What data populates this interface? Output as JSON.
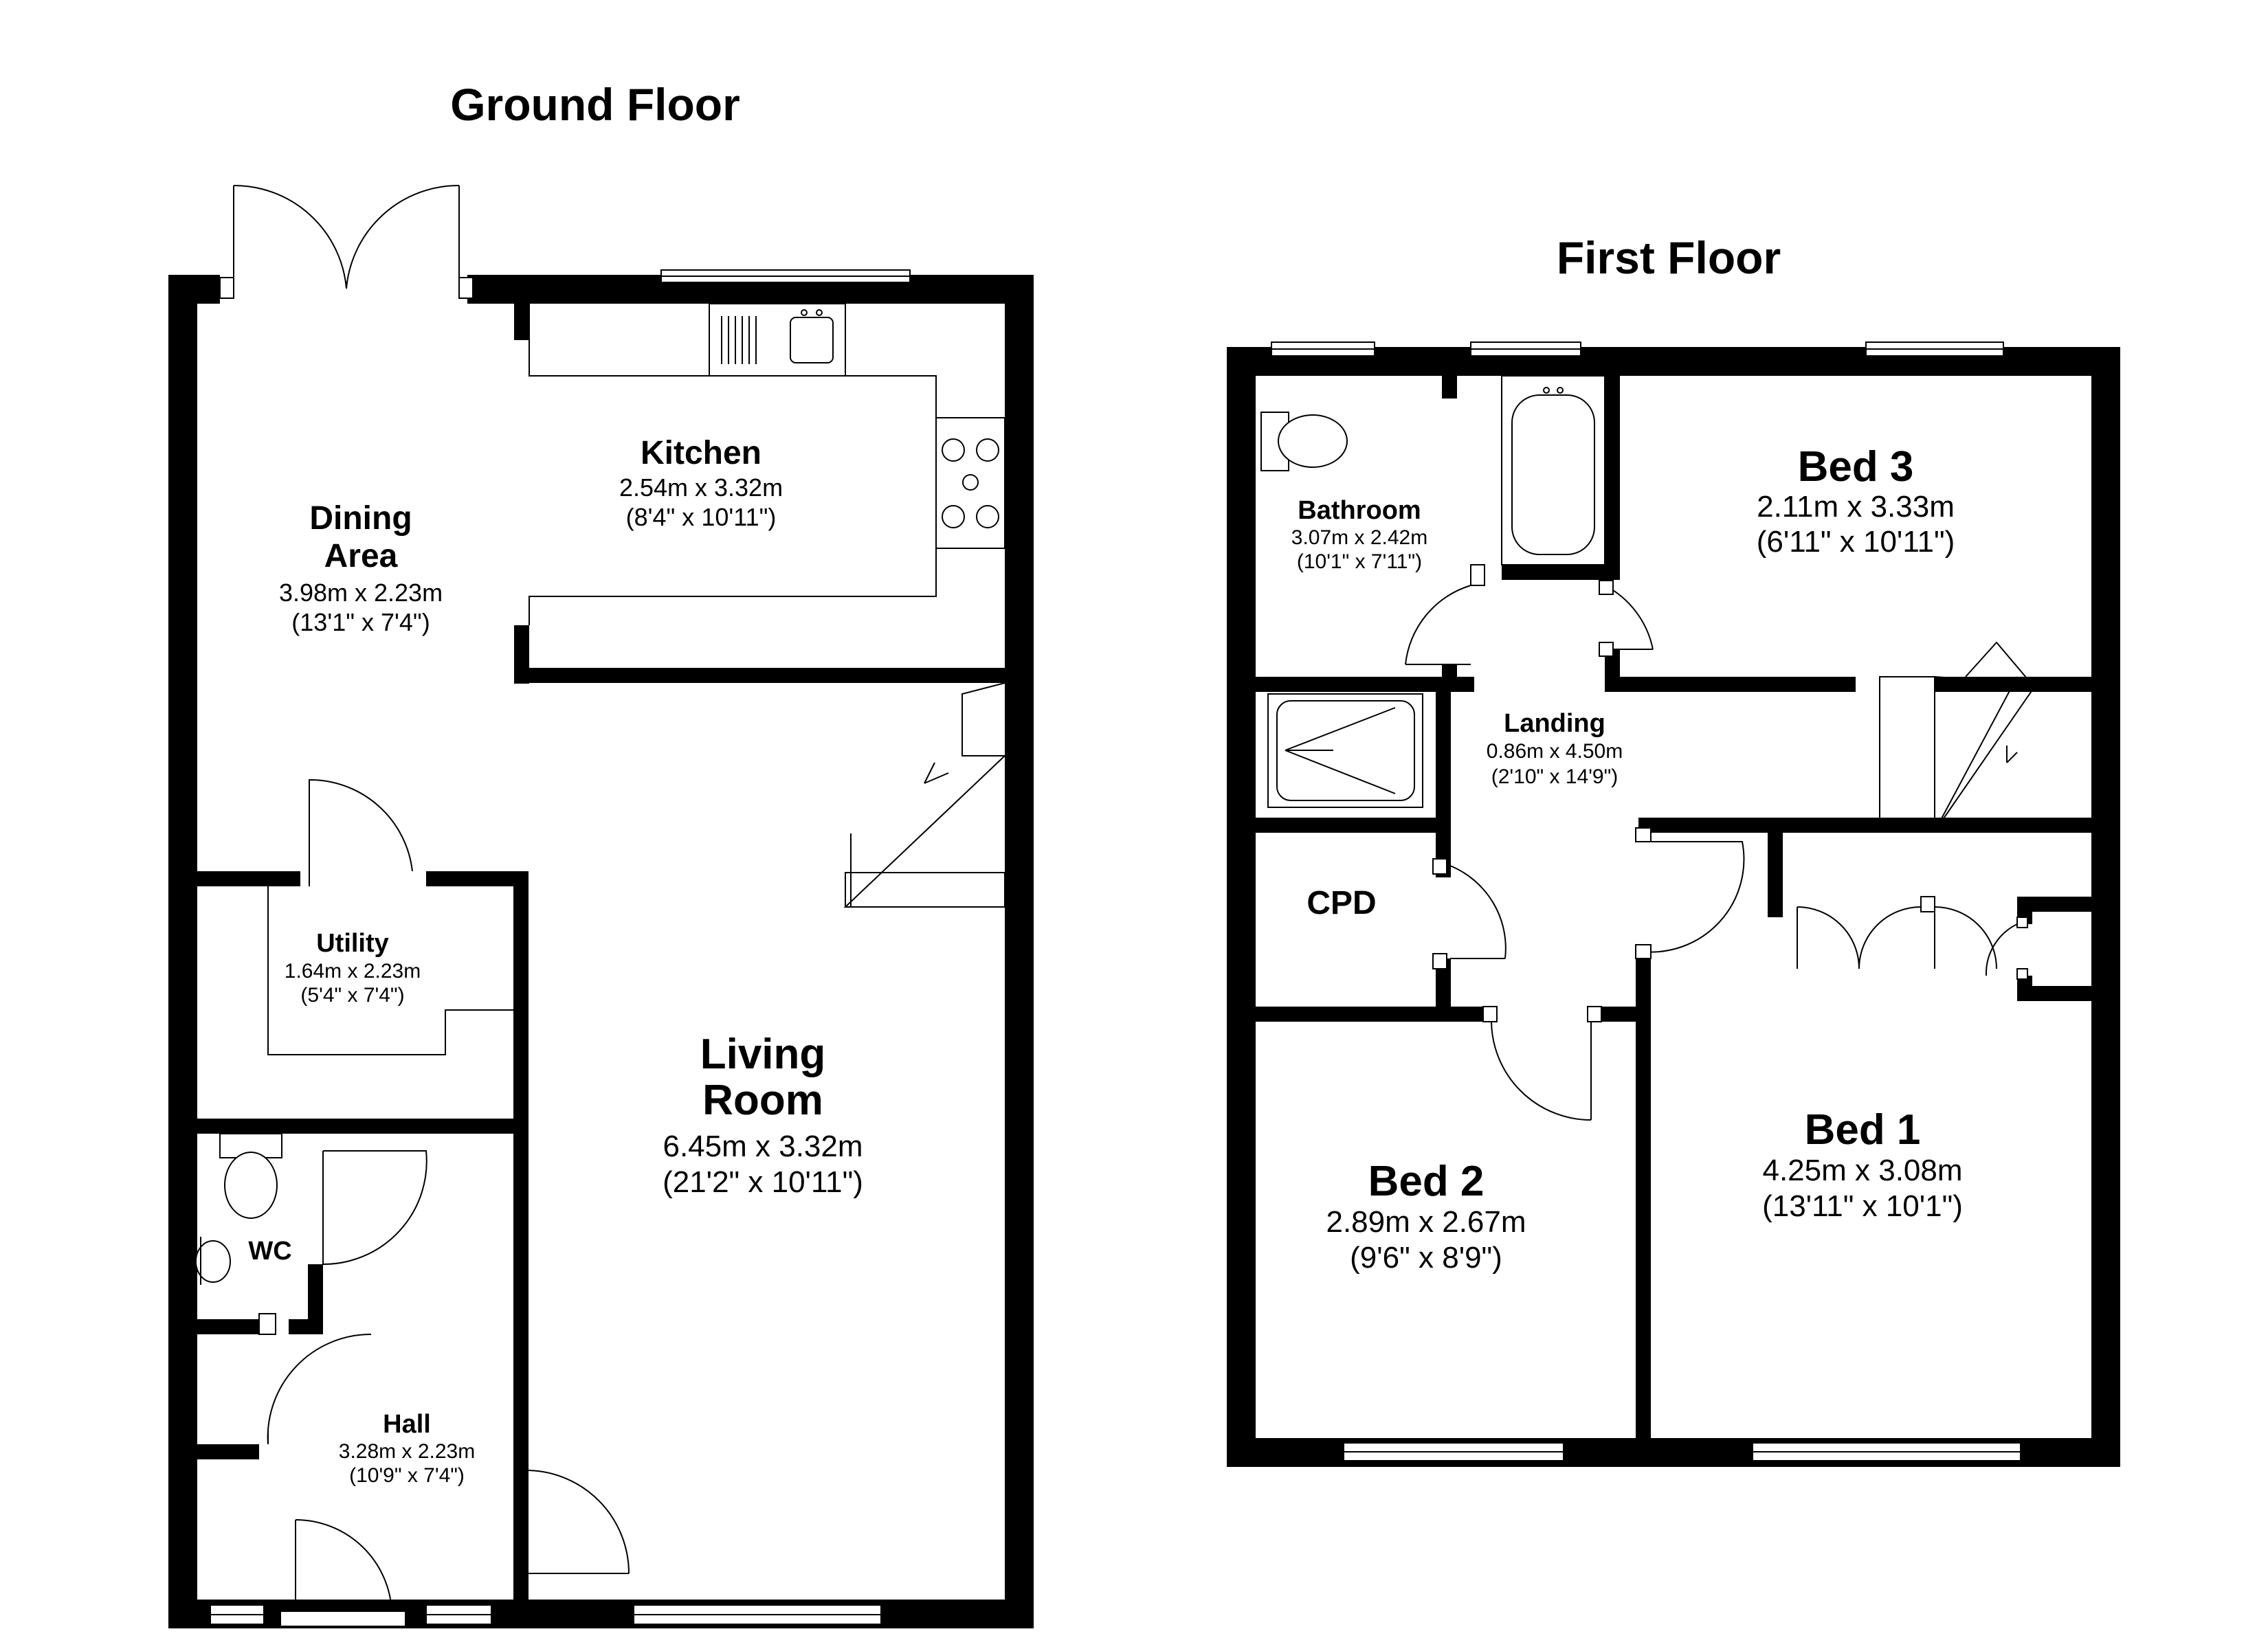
{
  "ground_floor": {
    "title": "Ground Floor",
    "rooms": {
      "kitchen": {
        "name": "Kitchen",
        "metric": "2.54m x 3.32m",
        "imperial": "(8'4\" x 10'11\")"
      },
      "dining": {
        "name1": "Dining",
        "name2": "Area",
        "metric": "3.98m x 2.23m",
        "imperial": "(13'1\" x 7'4\")"
      },
      "utility": {
        "name": "Utility",
        "metric": "1.64m x 2.23m",
        "imperial": "(5'4\" x 7'4\")"
      },
      "living": {
        "name1": "Living",
        "name2": "Room",
        "metric": "6.45m x 3.32m",
        "imperial": "(21'2\" x 10'11\")"
      },
      "wc": {
        "name": "WC"
      },
      "hall": {
        "name": "Hall",
        "metric": "3.28m x 2.23m",
        "imperial": "(10'9\" x 7'4\")"
      }
    }
  },
  "first_floor": {
    "title": "First Floor",
    "rooms": {
      "bathroom": {
        "name": "Bathroom",
        "metric": "3.07m x 2.42m",
        "imperial": "(10'1\" x 7'11\")"
      },
      "bed3": {
        "name": "Bed 3",
        "metric": "2.11m x 3.33m",
        "imperial": "(6'11\" x 10'11\")"
      },
      "landing": {
        "name": "Landing",
        "metric": "0.86m x 4.50m",
        "imperial": "(2'10\" x 14'9\")"
      },
      "cpd": {
        "name": "CPD"
      },
      "bed2": {
        "name": "Bed 2",
        "metric": "2.89m x 2.67m",
        "imperial": "(9'6\" x 8'9\")"
      },
      "bed1": {
        "name": "Bed 1",
        "metric": "4.25m x 3.08m",
        "imperial": "(13'11\" x 10'1\")"
      }
    }
  }
}
